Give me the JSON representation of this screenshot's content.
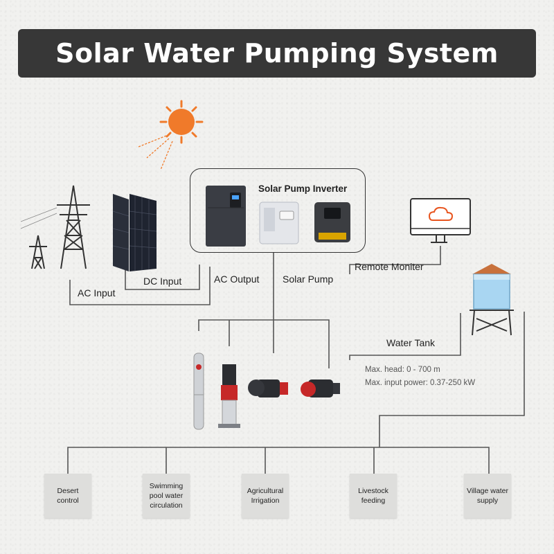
{
  "title": "Solar Water Pumping System",
  "labels": {
    "solar_pump_inverter": "Solar Pump Inverter",
    "ac_input": "AC Input",
    "dc_input": "DC Input",
    "ac_output": "AC Output",
    "solar_pump": "Solar Pump",
    "remote_monitor": "Remote Moniter",
    "water_tank": "Water Tank"
  },
  "specs": {
    "max_head": "Max. head: 0 - 700 m",
    "max_input_power": "Max. input power: 0.37-250 kW"
  },
  "applications": [
    "Desert control",
    "Swimming pool water circulation",
    "Agricultural Irrigation",
    "Livestock feeding",
    "Village water supply"
  ],
  "colors": {
    "title_bg": "#373737",
    "sun": "#f07a2a",
    "cloud": "#e8551f",
    "water": "#a9d6f2",
    "tank_roof": "#c8713c",
    "pump_red": "#c62828"
  },
  "icons": [
    "sun-icon",
    "power-tower-icon",
    "solar-panel-icon",
    "inverter-icon",
    "monitor-icon",
    "cloud-icon",
    "water-tank-icon",
    "pump-icon"
  ]
}
